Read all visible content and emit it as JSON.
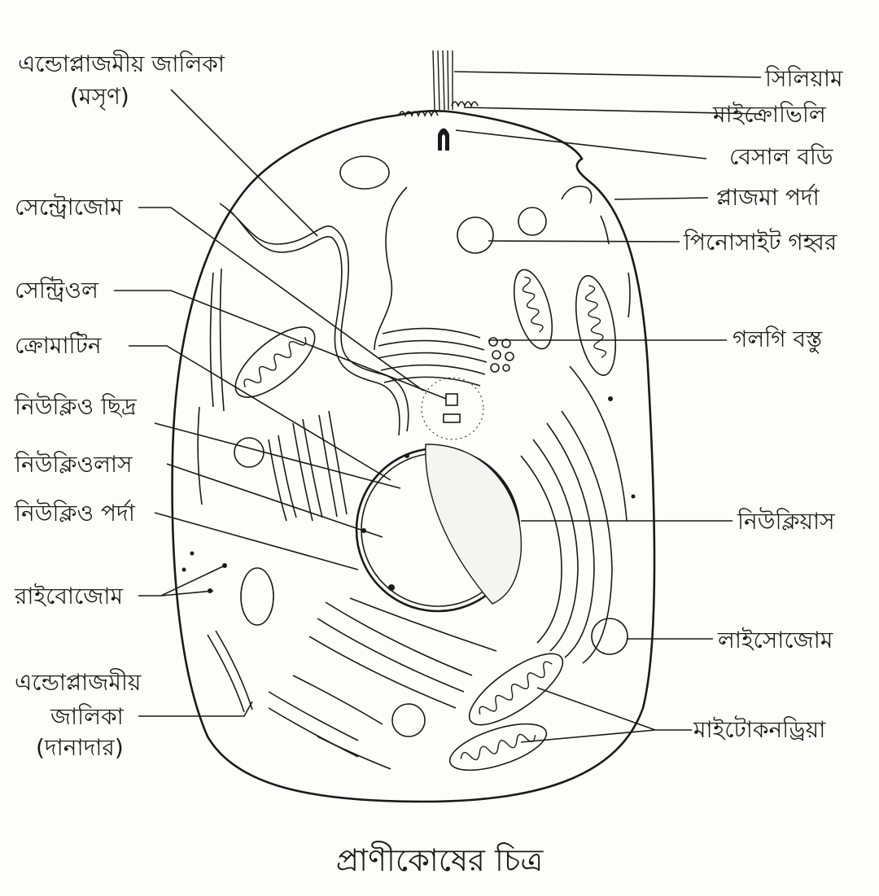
{
  "caption": "প্রাণীকোষের চিত্র",
  "labels": {
    "smooth_er_line1": "এন্ডোপ্লাজমীয় জালিকা",
    "smooth_er_line2": "(মসৃণ)",
    "centrosome": "সেন্ট্রোজোম",
    "centriole": "সেন্ট্রিওল",
    "chromatin": "ক্রোমাটিন",
    "nuclear_pore": "নিউক্লিও ছিদ্র",
    "nucleolus": "নিউক্লিওলাস",
    "nuclear_membrane": "নিউক্লিও পর্দা",
    "ribosome": "রাইবোজোম",
    "rough_er_line1": "এন্ডোপ্লাজমীয়",
    "rough_er_line2": "জালিকা",
    "rough_er_line3": "(দানাদার)",
    "cilium": "সিলিয়াম",
    "microvilli": "মাইক্রোভিলি",
    "basal_body": "বেসাল বডি",
    "plasma_membrane": "প্লাজমা পর্দা",
    "pinocytic_vacuole": "পিনোসাইট গহ্বর",
    "golgi_body": "গলগি বস্তু",
    "nucleus": "নিউক্লিয়াস",
    "lysosome": "লাইসোজোম",
    "mitochondria": "মাইটোকনড্রিয়া"
  }
}
